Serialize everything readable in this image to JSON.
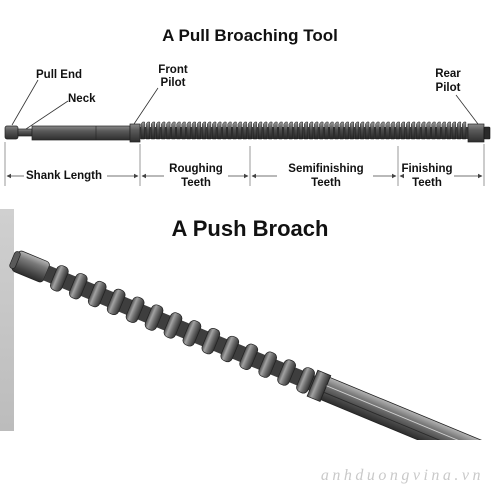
{
  "titles": {
    "pull": "A Pull Broaching Tool",
    "push": "A Push Broach"
  },
  "pull_labels": {
    "pull_end": "Pull End",
    "neck": "Neck",
    "front_pilot_1": "Front",
    "front_pilot_2": "Pilot",
    "rear_pilot_1": "Rear",
    "rear_pilot_2": "Pilot"
  },
  "dimension_labels": {
    "shank_length": "Shank Length",
    "roughing_1": "Roughing",
    "roughing_2": "Teeth",
    "semifinishing_1": "Semifinishing",
    "semifinishing_2": "Teeth",
    "finishing_1": "Finishing",
    "finishing_2": "Teeth"
  },
  "watermark": "anhduongvina.vn",
  "colors": {
    "steel_dark": "#3c3c3c",
    "steel_mid": "#6e6e6e",
    "steel_light": "#a8a8a8",
    "text": "#111111",
    "dimension_line": "#444444"
  }
}
